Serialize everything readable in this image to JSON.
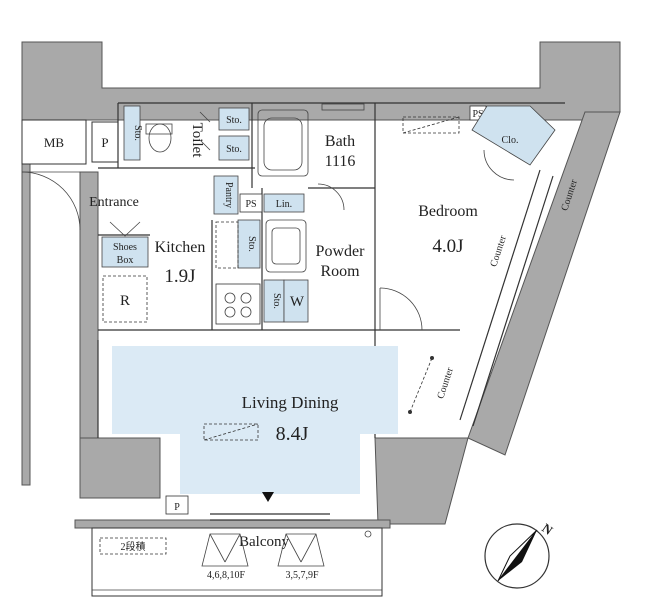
{
  "rooms": {
    "mb": "MB",
    "p_top": "P",
    "toilet": "Toilet",
    "sto_toilet_1": "Sto.",
    "sto_toilet_2": "Sto.",
    "sto_left": "Sto.",
    "bath": "Bath",
    "bath_size": "1116",
    "ps_top": "PS",
    "clo": "Clo.",
    "entrance": "Entrance",
    "pantry": "Pantry",
    "ps_mid": "PS",
    "lin": "Lin.",
    "bedroom": "Bedroom",
    "bedroom_size": "4.0J",
    "shoes_box_1": "Shoes",
    "shoes_box_2": "Box",
    "kitchen": "Kitchen",
    "kitchen_size": "1.9J",
    "sto_kitchen": "Sto.",
    "powder_room_1": "Powder",
    "powder_room_2": "Room",
    "r": "R",
    "sto_w": "Sto.",
    "w": "W",
    "living_dining": "Living Dining",
    "living_size": "8.4J",
    "p_bottom": "P",
    "balcony": "Balcony",
    "two_tier": "2段積",
    "floors_a": "4,6,8,10F",
    "floors_b": "3,5,7,9F"
  },
  "counters": [
    "Counter",
    "Counter",
    "Counter"
  ],
  "compass": {
    "label": "N"
  },
  "colors": {
    "wall": "#a9a9a9",
    "storage_fill": "#cfe2ef",
    "living_fill": "#dbeaf5"
  }
}
